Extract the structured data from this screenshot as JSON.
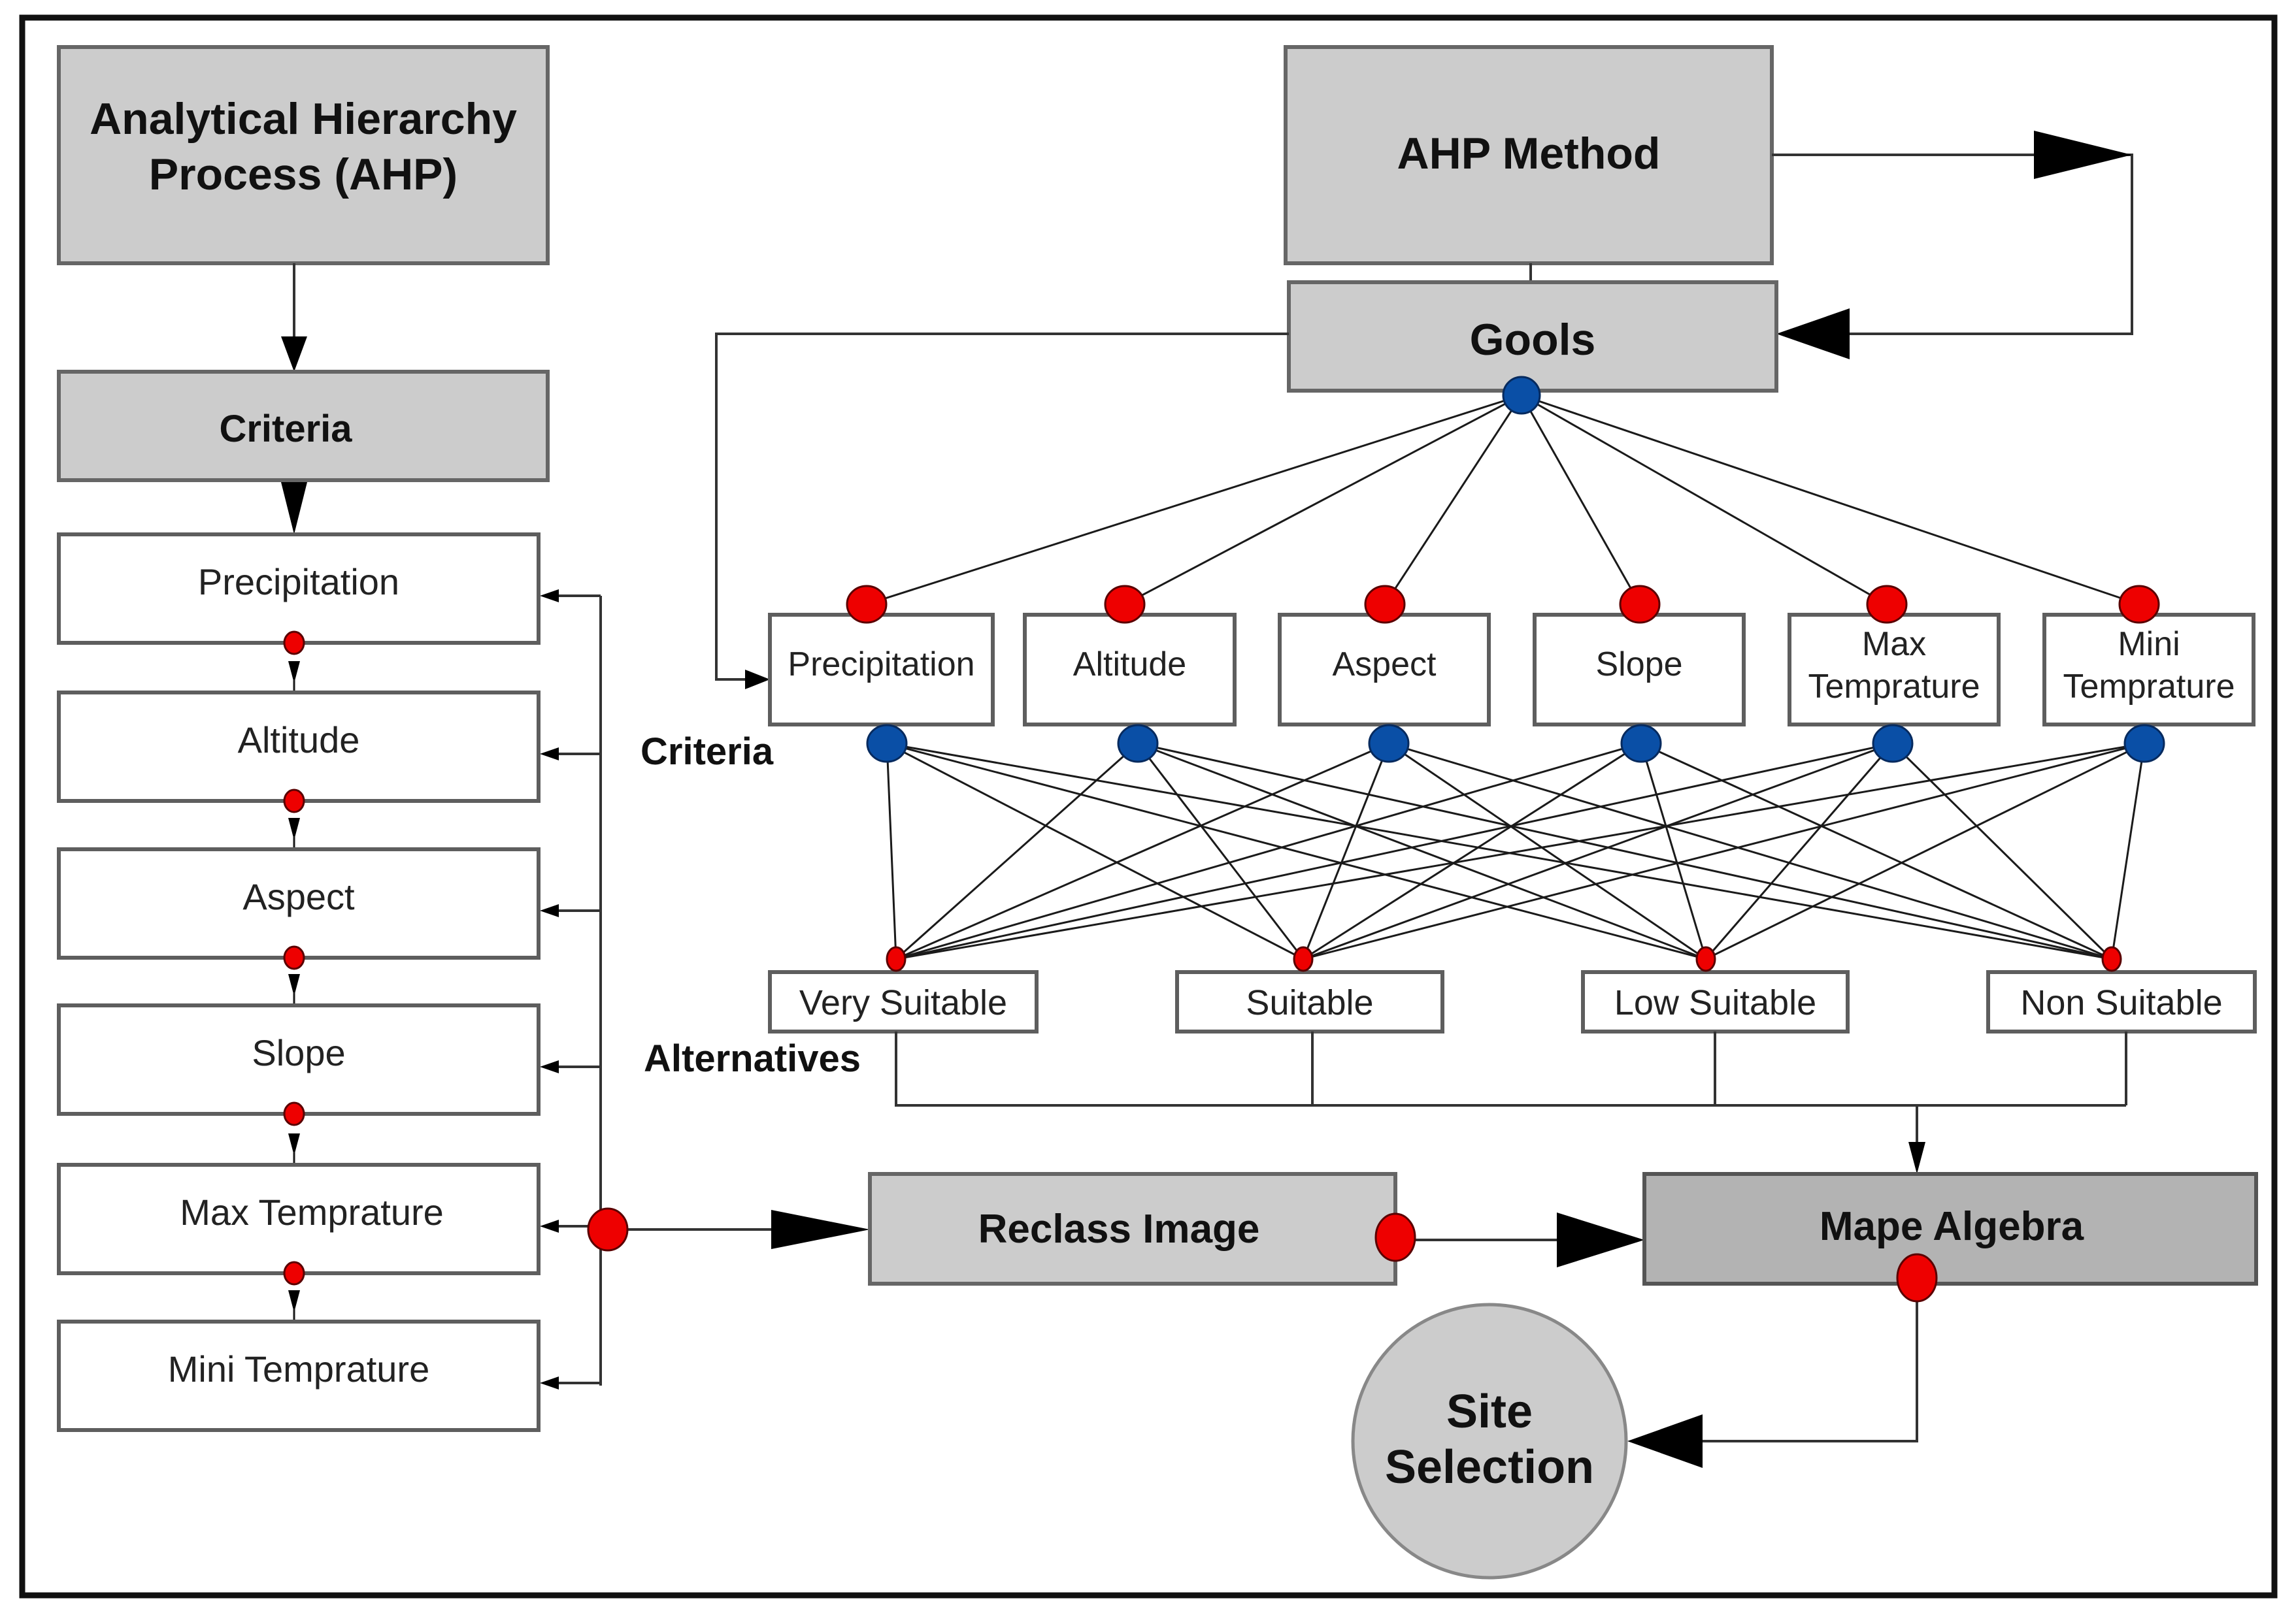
{
  "left_column": {
    "title_line1": "Analytical Hierarchy",
    "title_line2": "Process (AHP)",
    "criteria_header": "Criteria",
    "criteria_items": [
      "Precipitation",
      "Altitude",
      "Aspect",
      "Slope",
      "Max Temprature",
      "Mini Temprature"
    ]
  },
  "right_column": {
    "method": "AHP Method",
    "goal": "Gools",
    "criteria_label": "Criteria",
    "alternatives_label": "Alternatives",
    "criteria": [
      {
        "line1": "Precipitation",
        "line2": ""
      },
      {
        "line1": "Altitude",
        "line2": ""
      },
      {
        "line1": "Aspect",
        "line2": ""
      },
      {
        "line1": "Slope",
        "line2": ""
      },
      {
        "line1": "Max",
        "line2": "Temprature"
      },
      {
        "line1": "Mini",
        "line2": "Temprature"
      }
    ],
    "alternatives": [
      "Very Suitable",
      "Suitable",
      "Low Suitable",
      "Non Suitable"
    ]
  },
  "process": {
    "reclass": "Reclass Image",
    "map_algebra": "Mape Algebra",
    "site_line1": "Site",
    "site_line2": "Selection"
  },
  "colors": {
    "node_gray": "#cccccc",
    "node_dark": "#b3b3b3",
    "connector_red": "#ee0000",
    "connector_blue": "#0a4fa6"
  }
}
